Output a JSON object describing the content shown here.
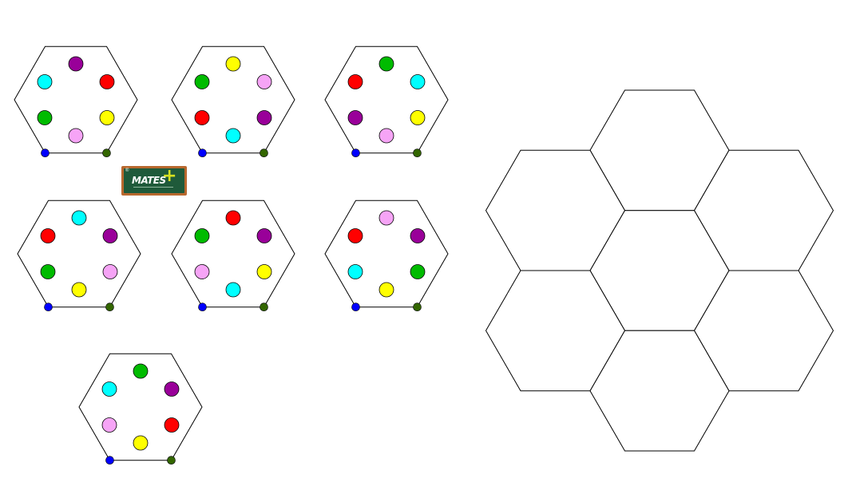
{
  "logo": {
    "text": "MATES",
    "plus": "+",
    "registered": "®"
  },
  "colors": {
    "red": "#ff0000",
    "green": "#00bb00",
    "cyan": "#00ffff",
    "yellow": "#ffff00",
    "pink": "#f6a4f6",
    "purple": "#990099",
    "vertex_blue": "#0000ff",
    "vertex_green": "#336600",
    "stroke": "#000000"
  },
  "pieces": [
    {
      "id": 1,
      "dots": [
        "purple",
        "red",
        "yellow",
        "pink",
        "green",
        "cyan"
      ]
    },
    {
      "id": 2,
      "dots": [
        "yellow",
        "pink",
        "purple",
        "cyan",
        "red",
        "green"
      ]
    },
    {
      "id": 3,
      "dots": [
        "green",
        "cyan",
        "yellow",
        "pink",
        "purple",
        "red"
      ]
    },
    {
      "id": 4,
      "dots": [
        "cyan",
        "purple",
        "pink",
        "yellow",
        "green",
        "red"
      ]
    },
    {
      "id": 5,
      "dots": [
        "red",
        "purple",
        "yellow",
        "cyan",
        "pink",
        "green"
      ]
    },
    {
      "id": 6,
      "dots": [
        "pink",
        "purple",
        "green",
        "yellow",
        "cyan",
        "red"
      ]
    },
    {
      "id": 7,
      "dots": [
        "green",
        "purple",
        "red",
        "yellow",
        "pink",
        "cyan"
      ]
    }
  ],
  "board": {
    "slots": [
      "top",
      "upper-left",
      "upper-right",
      "center",
      "lower-left",
      "lower-right",
      "bottom"
    ]
  }
}
